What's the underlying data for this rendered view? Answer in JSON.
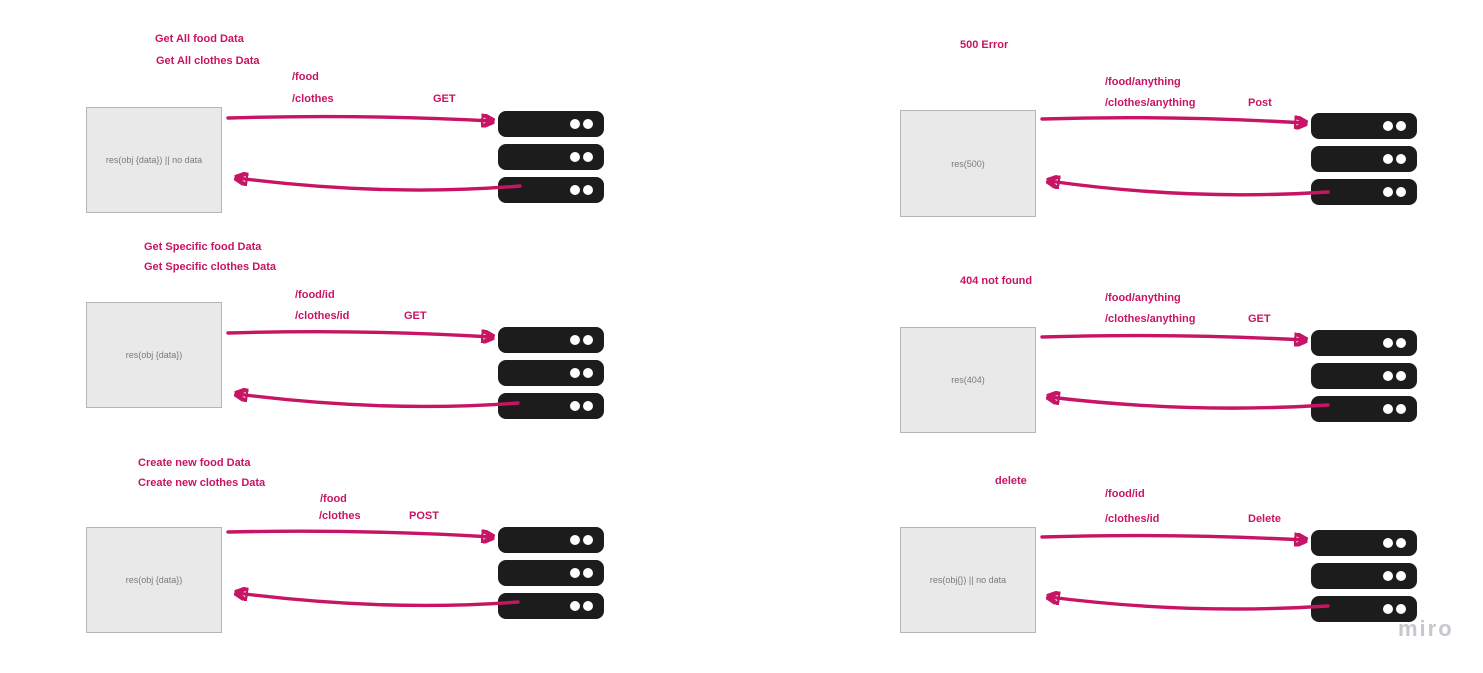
{
  "app": {
    "watermark": "miro"
  },
  "colors": {
    "accent": "#c81464",
    "server_black": "#1c1c1c",
    "box_fill": "#e9e9e9",
    "box_border": "#b5b5b5",
    "box_text": "#7a7a7a",
    "watermark_gray": "#c7c7cd",
    "background": "#ffffff"
  },
  "sections": [
    {
      "name": "get-all-data",
      "titles": [
        "Get All food Data",
        "Get All clothes Data"
      ],
      "routes": [
        "/food",
        "/clothes"
      ],
      "method": "GET",
      "response": "res(obj {data}) || no data"
    },
    {
      "name": "get-specific-data",
      "titles": [
        "Get Specific food Data",
        "Get Specific clothes Data"
      ],
      "routes": [
        "/food/id",
        "/clothes/id"
      ],
      "method": "GET",
      "response": "res(obj {data})"
    },
    {
      "name": "create-new-data",
      "titles": [
        "Create new food Data",
        "Create new clothes Data"
      ],
      "routes": [
        "/food",
        "/clothes"
      ],
      "method": "POST",
      "response": "res(obj {data})"
    },
    {
      "name": "error-500",
      "titles": [
        "500 Error"
      ],
      "routes": [
        "/food/anything",
        "/clothes/anything"
      ],
      "method": "Post",
      "response": "res(500)"
    },
    {
      "name": "not-found-404",
      "titles": [
        "404 not found"
      ],
      "routes": [
        "/food/anything",
        "/clothes/anything"
      ],
      "method": "GET",
      "response": "res(404)"
    },
    {
      "name": "delete",
      "titles": [
        "delete"
      ],
      "routes": [
        "/food/id",
        "/clothes/id"
      ],
      "method": "Delete",
      "response": "res(obj{}) || no data"
    }
  ]
}
